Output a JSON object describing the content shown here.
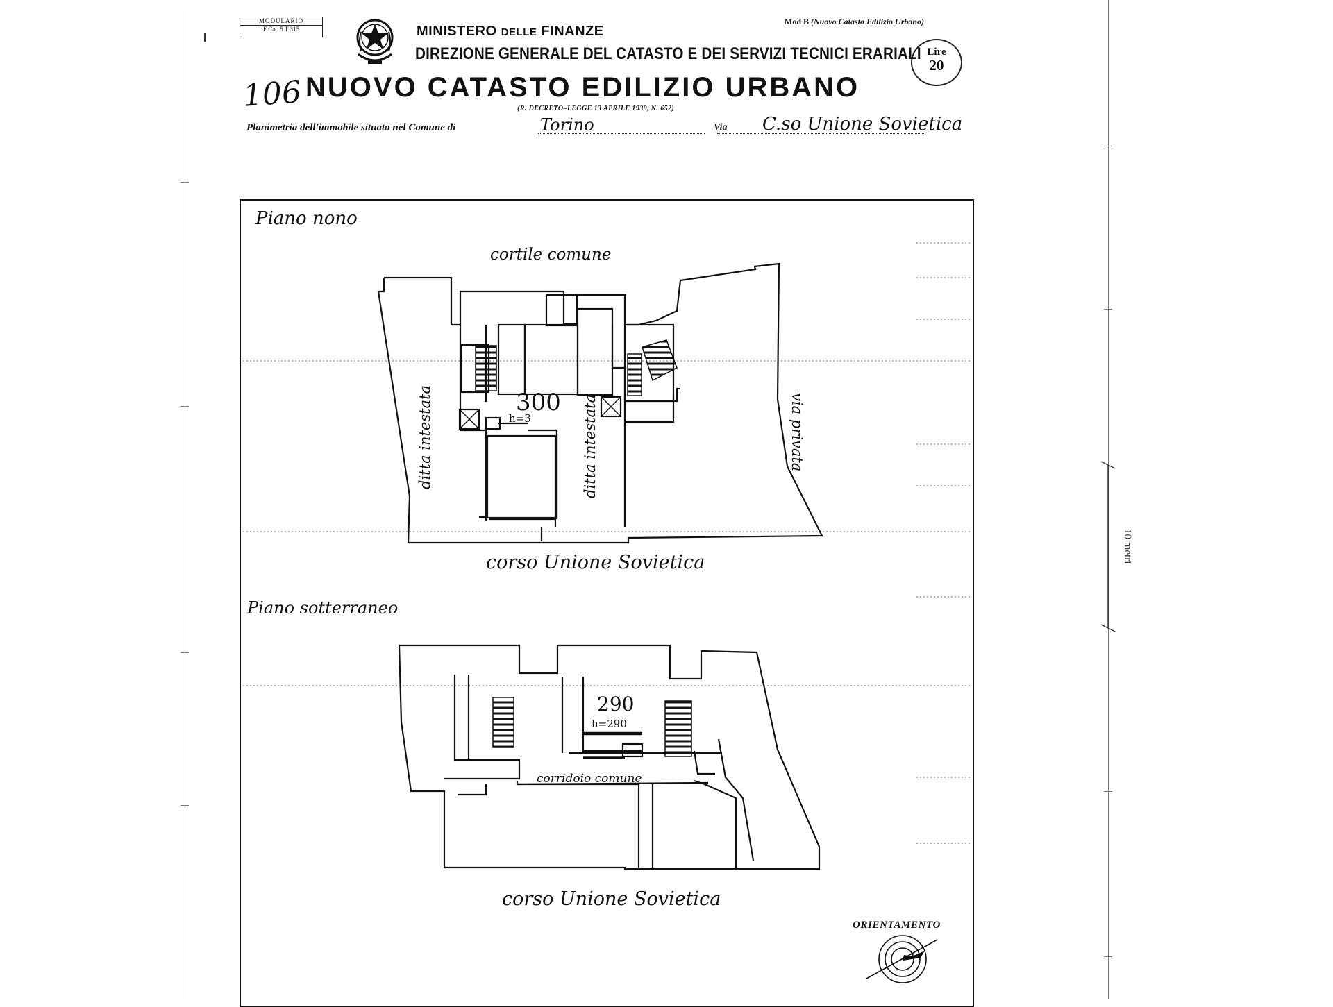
{
  "header": {
    "form_box": {
      "line1": "MODULARIO",
      "line2": "F  Cat. 5 T  315"
    },
    "emblem_icon": "italian-republic-emblem",
    "ministry": {
      "prefix": "MINISTERO",
      "middle": "DELLE",
      "suffix": "FINANZE"
    },
    "directorate": "DIREZIONE GENERALE DEL CATASTO E DEI SERVIZI TECNICI ERARIALI",
    "model_prefix": "Mod B",
    "model_desc": "(Nuovo Catasto Edilizio Urbano)",
    "price": {
      "label": "Lire",
      "value": "20"
    },
    "sheet_number": "106",
    "title": "NUOVO CATASTO EDILIZIO URBANO",
    "decree": "(R. DECRETO–LEGGE 13 APRILE 1939, N. 652)"
  },
  "property": {
    "location_text": "Planimetria dell'immobile situato nel Comune di",
    "comune": "Torino",
    "via_label": "Via",
    "via_value": "C.so Unione Sovietica"
  },
  "plan_upper": {
    "floor_label": "Piano nono",
    "north_label": "cortile comune",
    "south_label": "corso Unione Sovietica",
    "west_label": "ditta intestata",
    "center_label": "ditta intestata",
    "east_label": "via privata",
    "unit_number": "300",
    "unit_height": "h=3"
  },
  "plan_lower": {
    "floor_label": "Piano sotterraneo",
    "unit_number": "290",
    "unit_height": "h=290",
    "corridor_label": "corridoio comune",
    "south_label": "corso Unione Sovietica"
  },
  "scale": {
    "label": "10 metri"
  },
  "orientation": {
    "label": "ORIENTAMENTO",
    "icon": "compass-icon"
  }
}
